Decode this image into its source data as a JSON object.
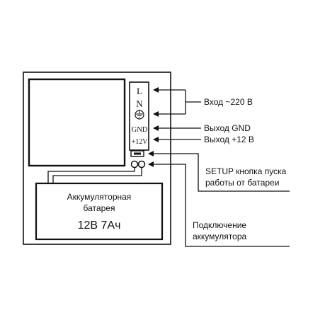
{
  "terminals": {
    "l": "L",
    "n": "N",
    "gnd": "GND",
    "plus12": "+12V"
  },
  "labels": {
    "input": "Вход ~220 В",
    "out_gnd": "Выход GND",
    "out_12": "Выход +12 В",
    "setup_line1": "SETUP кнопка пуска",
    "setup_line2": "работы от батареи",
    "battery_conn_line1": "Подключение",
    "battery_conn_line2": "аккумулятора"
  },
  "battery": {
    "line1": "Аккумуляторная",
    "line2": "батарея",
    "rating": "12В 7Ач"
  },
  "icons": {
    "ground": "ground-symbol-icon",
    "setup_button": "setup-button-icon",
    "battery_terminals": "battery-terminal-icon"
  }
}
